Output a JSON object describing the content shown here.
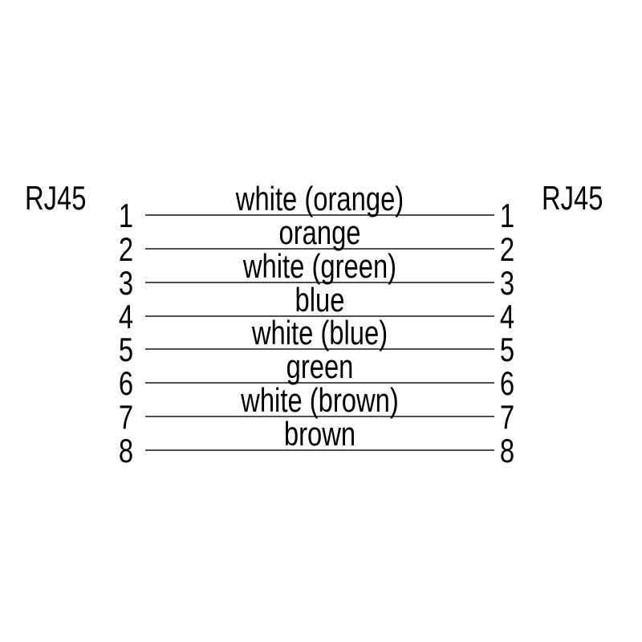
{
  "diagram": {
    "connector_left_label": "RJ45",
    "connector_right_label": "RJ45",
    "rows": [
      {
        "pin": "1",
        "color": "white (orange)"
      },
      {
        "pin": "2",
        "color": "orange"
      },
      {
        "pin": "3",
        "color": "white (green)"
      },
      {
        "pin": "4",
        "color": "blue"
      },
      {
        "pin": "5",
        "color": "white (blue)"
      },
      {
        "pin": "6",
        "color": "green"
      },
      {
        "pin": "7",
        "color": "white (brown)"
      },
      {
        "pin": "8",
        "color": "brown"
      }
    ],
    "colors": {
      "background": "#ffffff",
      "text": "#000000",
      "wire_line": "#4f4f4f"
    }
  }
}
